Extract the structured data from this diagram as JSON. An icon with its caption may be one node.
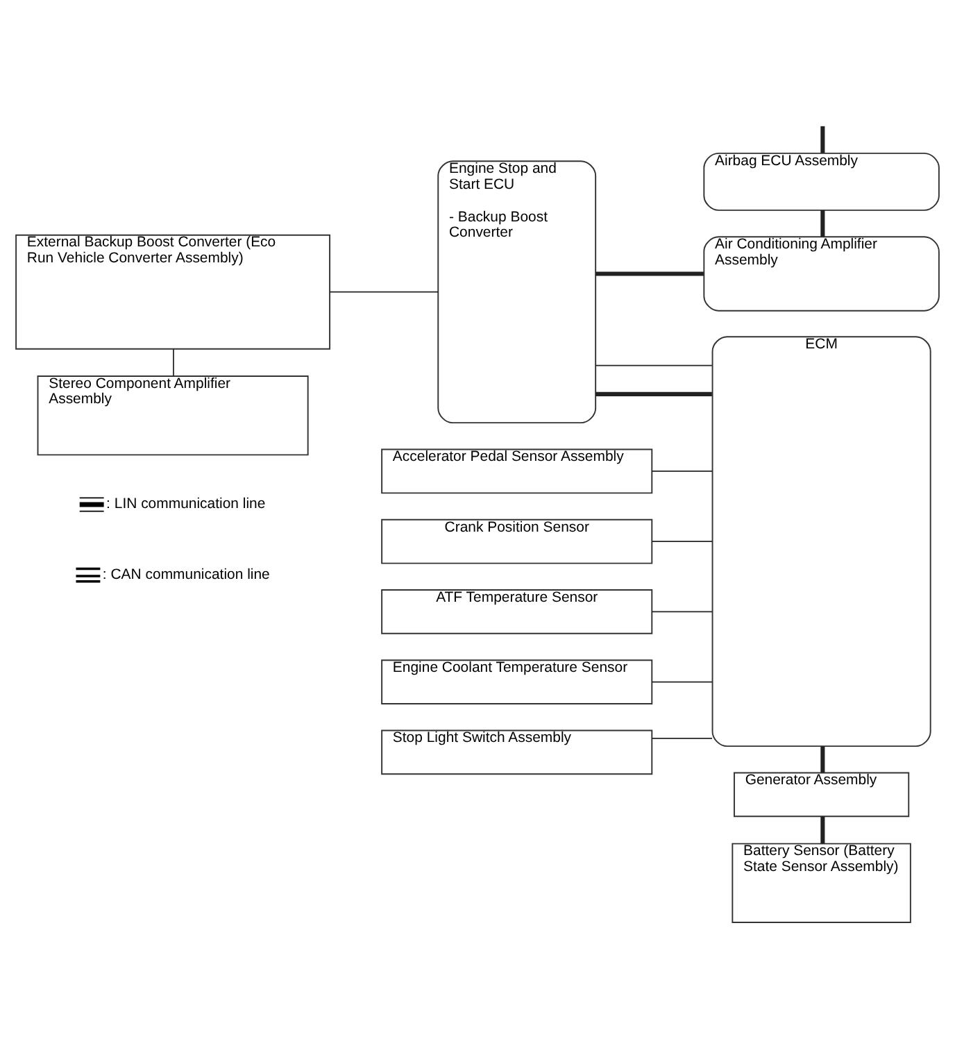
{
  "diagram": {
    "nodes": [
      {
        "text": [
          "External Backup Boost Converter (Eco Run Vehicle Converter Assembly)"
        ]
      },
      {
        "text": [
          "Stereo Component Amplifier Assembly"
        ]
      },
      {
        "text": [
          "Engine Stop and Start ECU",
          "- Backup Boost Converter"
        ]
      },
      {
        "text": [
          "Airbag ECU Assembly"
        ]
      },
      {
        "text": [
          "Air Conditioning Amplifier Assembly"
        ]
      },
      {
        "text": [
          "ECM"
        ]
      },
      {
        "text": [
          "Accelerator Pedal Sensor Assembly"
        ]
      },
      {
        "text": [
          "Crank Position Sensor"
        ]
      },
      {
        "text": [
          "ATF Temperature Sensor"
        ]
      },
      {
        "text": [
          "Engine Coolant Temperature Sensor"
        ]
      },
      {
        "text": [
          "Stop Light Switch Assembly"
        ]
      },
      {
        "text": [
          "Generator Assembly"
        ]
      },
      {
        "text": [
          "Battery Sensor (Battery State Sensor Assembly)"
        ]
      }
    ],
    "edges": [
      {
        "from": 0,
        "to": 1,
        "arrow": "none"
      },
      {
        "from": 0,
        "to": 2,
        "arrow": "none"
      },
      {
        "from": null,
        "to": 3,
        "arrow": "none",
        "style": "thick"
      },
      {
        "from": 3,
        "to": 4,
        "arrow": "none",
        "style": "thick"
      },
      {
        "from": 4,
        "to": 2,
        "arrow": "none",
        "style": "thick"
      },
      {
        "from": 2,
        "to": 5,
        "arrow": "none",
        "style": "thick"
      },
      {
        "from": 2,
        "to": 5,
        "arrow": "none"
      },
      {
        "from": 6,
        "to": 5,
        "arrow": "none"
      },
      {
        "from": 7,
        "to": 5,
        "arrow": "none"
      },
      {
        "from": 8,
        "to": 5,
        "arrow": "none"
      },
      {
        "from": 9,
        "to": 5,
        "arrow": "none"
      },
      {
        "from": 10,
        "to": 5,
        "arrow": "none"
      },
      {
        "from": 5,
        "to": 11,
        "arrow": "none",
        "style": "thick"
      },
      {
        "from": 11,
        "to": 12,
        "arrow": "none",
        "style": "thick"
      }
    ],
    "legend": [
      {
        "text": ": LIN communication line"
      },
      {
        "text": ": CAN communication line"
      }
    ]
  }
}
